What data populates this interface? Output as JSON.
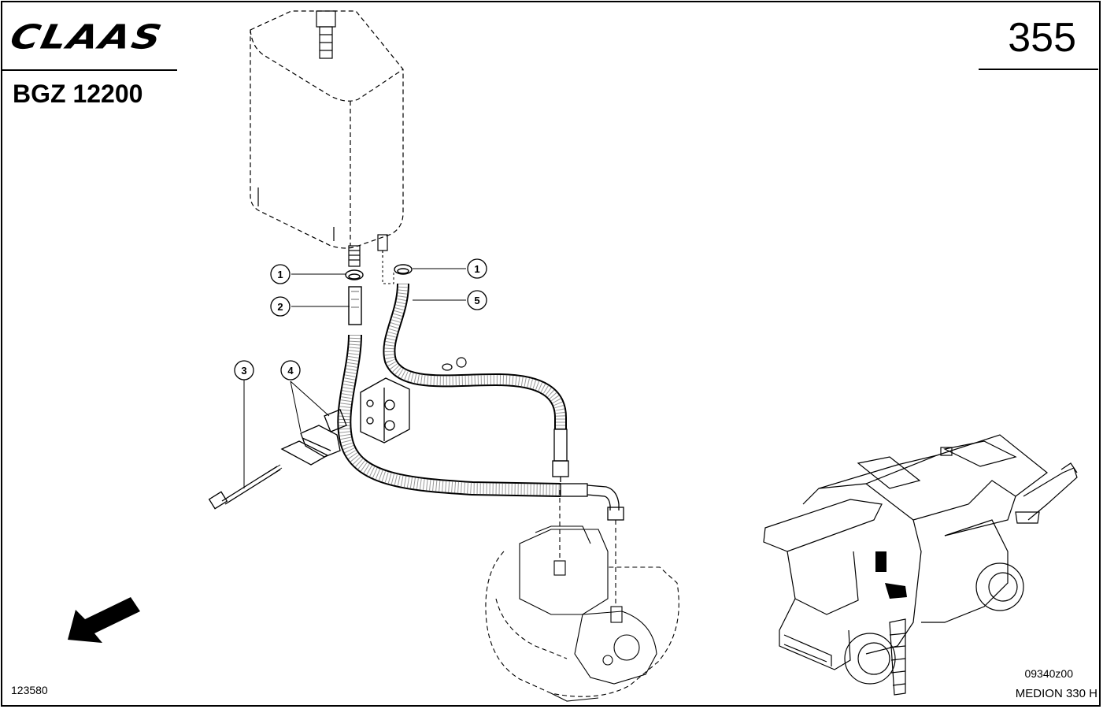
{
  "header": {
    "brand": "CLAAS",
    "doc_code": "BGZ 12200",
    "page_number": "355"
  },
  "footer": {
    "fig_ref": "123580",
    "drawing_no": "09340z00",
    "model": "MEDION 330 H"
  },
  "callouts": [
    {
      "id": "1a",
      "label": "1"
    },
    {
      "id": "1b",
      "label": "1"
    },
    {
      "id": "2",
      "label": "2"
    },
    {
      "id": "3",
      "label": "3"
    },
    {
      "id": "4",
      "label": "4"
    },
    {
      "id": "5",
      "label": "5"
    }
  ]
}
